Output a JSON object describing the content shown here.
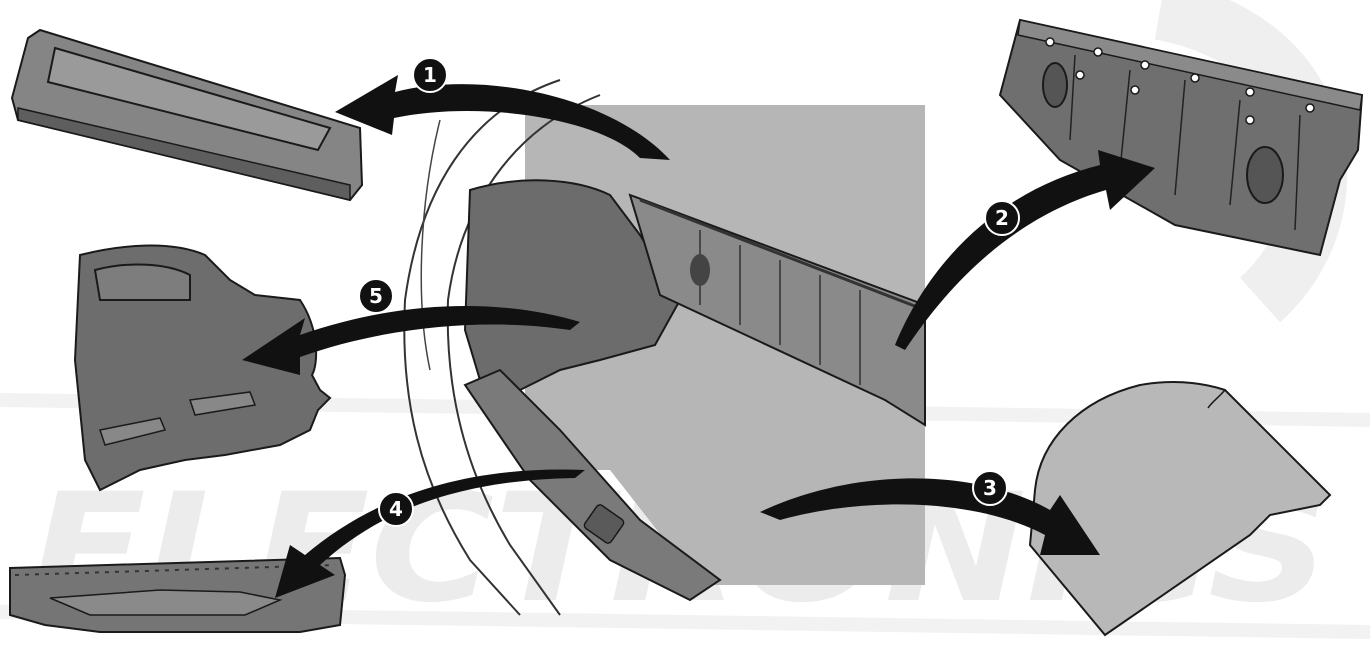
{
  "watermark": {
    "text": "ELECTRONICS",
    "color": "#e6e6e6"
  },
  "colors": {
    "part_fill": "#6f6f6f",
    "part_fill_light": "#8a8a8a",
    "outline": "#1a1a1a",
    "background_panel": "#b4b4b4",
    "arrow": "#111111",
    "callout_text": "#ffffff"
  },
  "callouts": [
    {
      "number": "1",
      "part": "parcel-shelf"
    },
    {
      "number": "2",
      "part": "rear-seat-back-panel"
    },
    {
      "number": "3",
      "part": "trunk-floor-mat"
    },
    {
      "number": "4",
      "part": "rear-sill-trim"
    },
    {
      "number": "5",
      "part": "side-trunk-trim"
    }
  ]
}
